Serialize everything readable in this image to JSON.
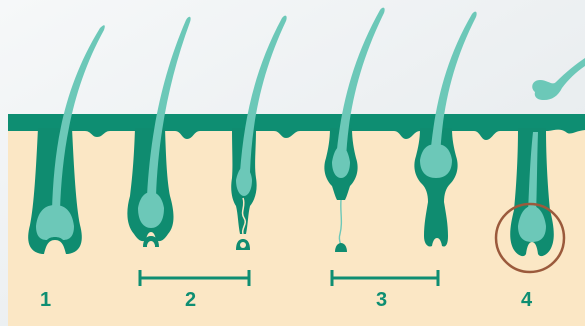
{
  "labels": {
    "stage_1": "1",
    "stage_2": "2",
    "stage_3": "3",
    "stage_4": "4"
  },
  "colors": {
    "sky": "#eef1f3",
    "skin": "#fbe7c5",
    "dermis_band": "#0e8e72",
    "follicle_dark": "#0f8c70",
    "hair_light": "#6cc8b8",
    "highlight_circle": "#9b5a3c",
    "label_text": "#0e8e72"
  }
}
